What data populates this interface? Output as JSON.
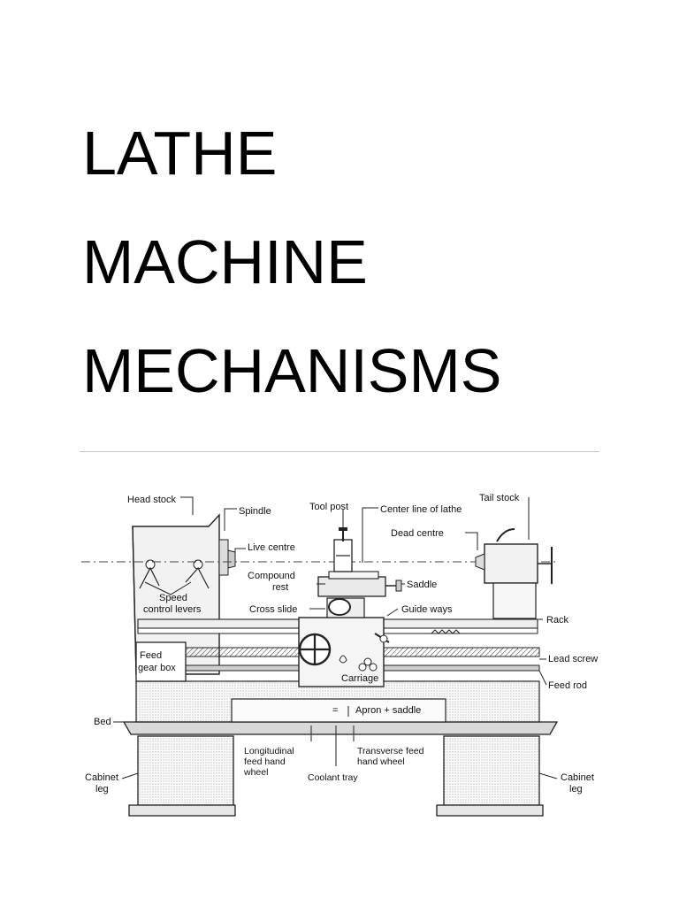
{
  "title": {
    "line1": "LATHE",
    "line2": "MACHINE",
    "line3": "MECHANISMS"
  },
  "diagram": {
    "labels": {
      "head_stock": "Head stock",
      "spindle": "Spindle",
      "tool_post": "Tool post",
      "center_line": "Center line of lathe",
      "tail_stock": "Tail stock",
      "live_centre": "Live centre",
      "dead_centre": "Dead centre",
      "compound_rest_1": "Compound",
      "compound_rest_2": "rest",
      "saddle": "Saddle",
      "speed_levers_1": "Speed",
      "speed_levers_2": "control levers",
      "cross_slide": "Cross slide",
      "guide_ways": "Guide ways",
      "rack": "Rack",
      "feed_gear_box_1": "Feed",
      "feed_gear_box_2": "gear box",
      "lead_screw": "Lead screw",
      "carriage": "Carriage",
      "feed_rod": "Feed rod",
      "apron_saddle": "Apron + saddle",
      "apron_eq": "=",
      "bed": "Bed",
      "long_feed_1": "Longitudinal",
      "long_feed_2": "feed hand",
      "long_feed_3": "wheel",
      "transverse_1": "Transverse feed",
      "transverse_2": "hand wheel",
      "coolant_tray": "Coolant tray",
      "cabinet_leg_left_1": "Cabinet",
      "cabinet_leg_left_2": "leg",
      "cabinet_leg_right_1": "Cabinet",
      "cabinet_leg_right_2": "leg"
    }
  }
}
